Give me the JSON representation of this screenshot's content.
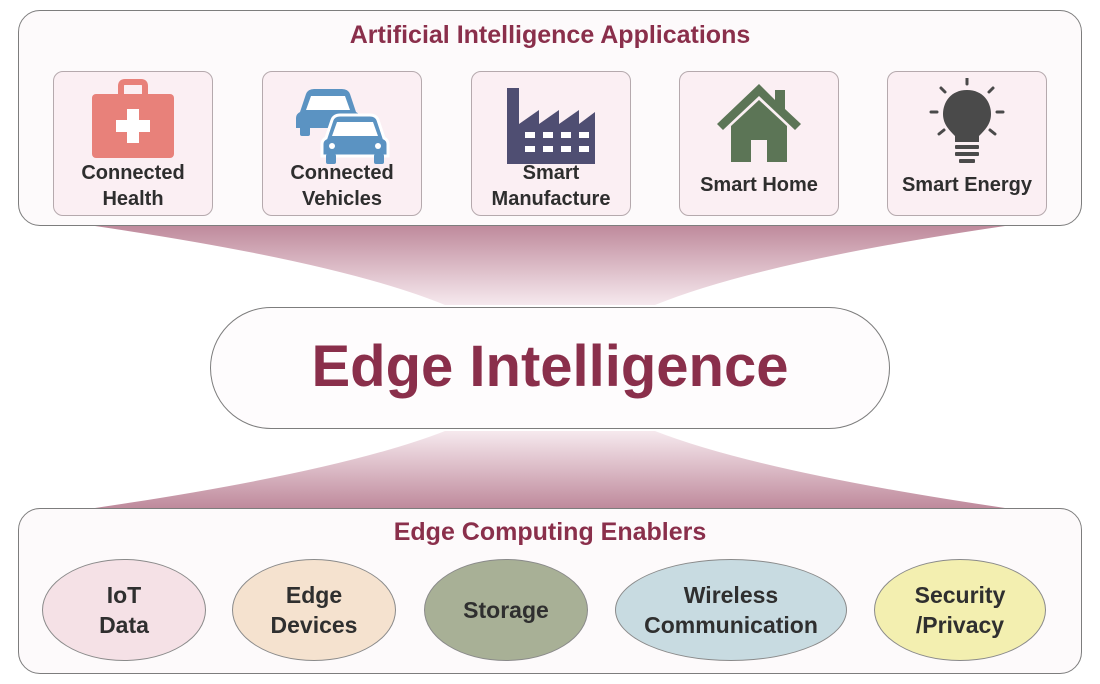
{
  "applications": {
    "title": "Artificial Intelligence Applications",
    "items": [
      {
        "icon": "first-aid-kit-icon",
        "label": "Connected\nHealth",
        "color": "#e8817a"
      },
      {
        "icon": "cars-icon",
        "label": "Connected\nVehicles",
        "color": "#5b93c2"
      },
      {
        "icon": "factory-icon",
        "label": "Smart\nManufacture",
        "color": "#4f4e72"
      },
      {
        "icon": "house-icon",
        "label": "Smart Home",
        "color": "#5c7556"
      },
      {
        "icon": "light-bulb-icon",
        "label": "Smart Energy",
        "color": "#4a4a4a"
      }
    ]
  },
  "core": {
    "title": "Edge Intelligence",
    "color": "#8a2f4b"
  },
  "enablers": {
    "title": "Edge Computing Enablers",
    "items": [
      {
        "label": "IoT\nData",
        "color": "#f5e1e6"
      },
      {
        "label": "Edge\nDevices",
        "color": "#f5e2cf"
      },
      {
        "label": "Storage",
        "color": "#a8b096"
      },
      {
        "label": "Wireless\nCommunication",
        "color": "#c8dbe1"
      },
      {
        "label": "Security\n/Privacy",
        "color": "#f3efb0"
      }
    ]
  }
}
